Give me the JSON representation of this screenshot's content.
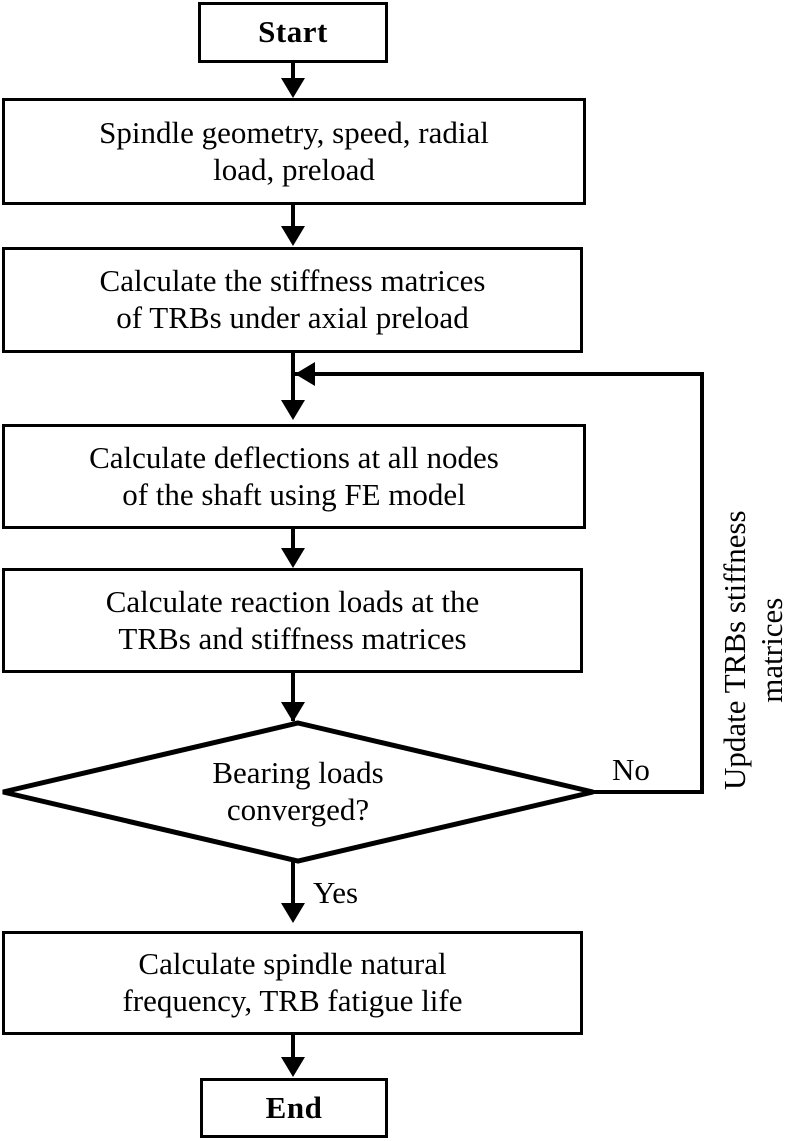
{
  "diagram": {
    "type": "flowchart",
    "title": "Spindle / TRB analysis iterative procedure",
    "nodes": [
      {
        "id": "start",
        "shape": "terminator",
        "text": "Start"
      },
      {
        "id": "inputs",
        "shape": "process",
        "line1": "Spindle geometry, speed, radial",
        "line2": "load, preload"
      },
      {
        "id": "stiff",
        "shape": "process",
        "line1": "Calculate the stiffness matrices",
        "line2": "of TRBs under axial preload"
      },
      {
        "id": "deflect",
        "shape": "process",
        "line1": "Calculate deflections at all nodes",
        "line2": "of the shaft using FE model"
      },
      {
        "id": "reaction",
        "shape": "process",
        "line1": "Calculate reaction loads at the",
        "line2": "TRBs and stiffness matrices"
      },
      {
        "id": "decide",
        "shape": "decision",
        "line1": "Bearing loads",
        "line2": "converged?"
      },
      {
        "id": "result",
        "shape": "process",
        "line1": "Calculate spindle natural",
        "line2": "frequency, TRB fatigue life"
      },
      {
        "id": "end",
        "shape": "terminator",
        "text": "End"
      }
    ],
    "edge_labels": {
      "no": "No",
      "yes": "Yes",
      "feedback_line1": "Update TRBs stiffness",
      "feedback_line2": "matrices"
    },
    "colors": {
      "stroke": "#000000",
      "fill": "#ffffff",
      "text": "#000000"
    }
  }
}
